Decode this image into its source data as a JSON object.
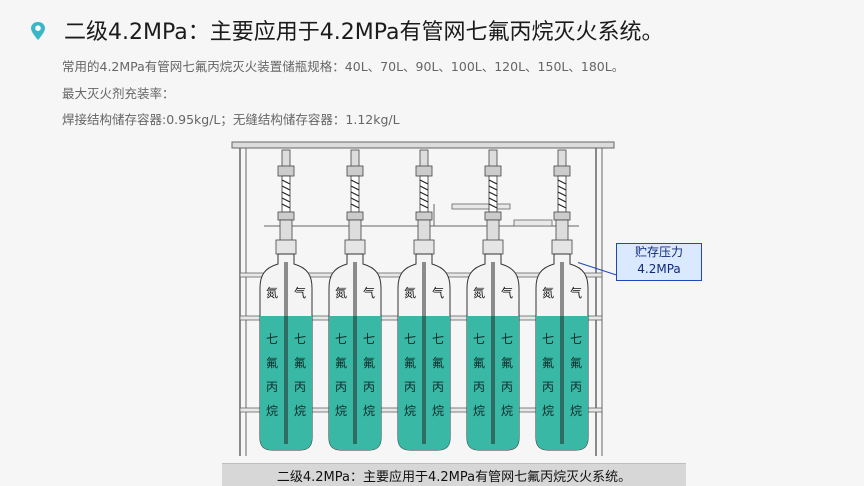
{
  "header": {
    "title": "二级4.2MPa：主要应用于4.2MPa有管网七氟丙烷灭火系统。"
  },
  "content": {
    "line1": "常用的4.2MPa有管网七氟丙烷灭火装置储瓶规格：40L、70L、90L、100L、120L、150L、180L。",
    "line2": "最大灭火剂充装率：",
    "line3": "焊接结构储存容器:0.95kg/L；无缝结构储存容器：1.12kg/L"
  },
  "diagram": {
    "cylinder_labels": {
      "gas_left": "氮",
      "gas_right": "气",
      "agent_col1": [
        "七",
        "氟",
        "丙",
        "烷"
      ],
      "agent_col2": [
        "七",
        "氟",
        "丙",
        "烷"
      ]
    },
    "callout": {
      "line1": "贮存压力",
      "line2": "4.2MPa"
    }
  },
  "caption": "二级4.2MPa：主要应用于4.2MPa有管网七氟丙烷灭火系统。",
  "colors": {
    "agent_fill": "#39b8a5",
    "callout_border": "#1f49b8",
    "callout_bg": "#dbe9ff"
  }
}
